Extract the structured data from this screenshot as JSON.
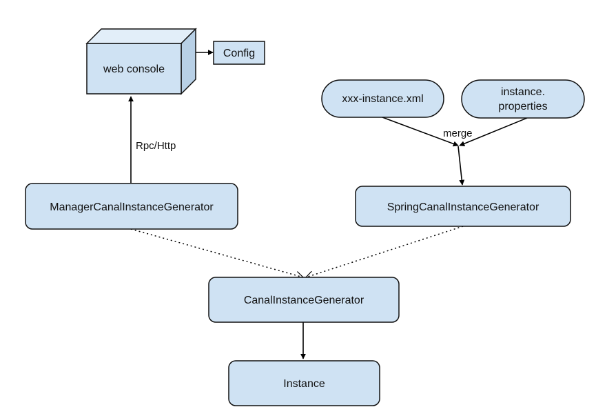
{
  "colors": {
    "node_fill": "#cfe2f3",
    "node_stroke": "#111111",
    "cube_top": "#e2eef9",
    "cube_side": "#b8d0e6",
    "edge": "#000000"
  },
  "nodes": {
    "web_console": "web console",
    "config": "Config",
    "xxx_instance_xml": "xxx-instance.xml",
    "instance_properties_line1": "instance.",
    "instance_properties_line2": "properties",
    "manager_generator": "ManagerCanalInstanceGenerator",
    "spring_generator": "SpringCanalInstanceGenerator",
    "canal_instance_generator": "CanalInstanceGenerator",
    "instance": "Instance"
  },
  "edges": {
    "rpc_http_label": "Rpc/Http",
    "merge_label": "merge"
  }
}
